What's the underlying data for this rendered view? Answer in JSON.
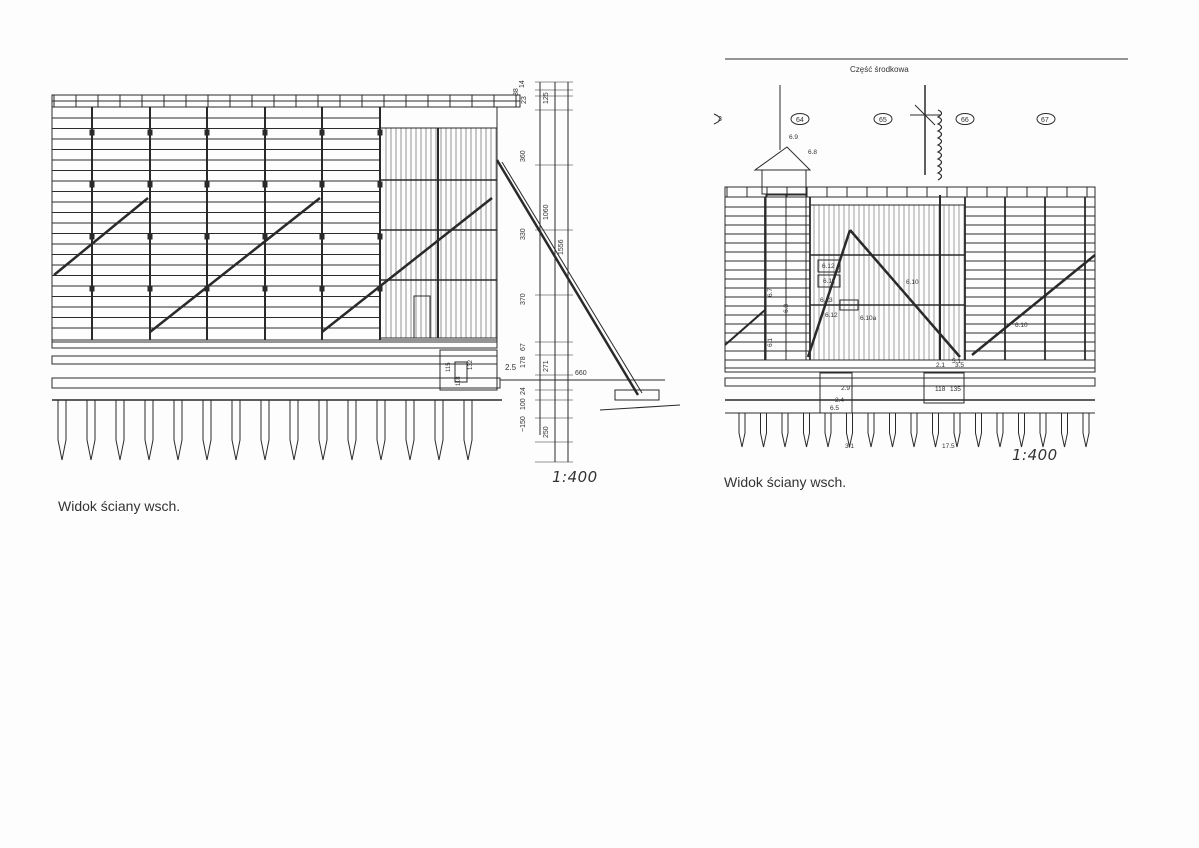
{
  "left_drawing": {
    "caption": "Widok ściany wsch.",
    "scale": "1:400",
    "dims_right": [
      "14",
      "88",
      "23",
      "125",
      "360",
      "1060",
      "1556",
      "330",
      "370",
      "67",
      "178",
      "271",
      "24",
      "100",
      "~150",
      "250"
    ],
    "dims_bottom": [
      "660"
    ],
    "labels": [
      "2.5",
      "115",
      "118",
      "132"
    ]
  },
  "right_drawing": {
    "header": "Część środkowa",
    "caption": "Widok ściany wsch.",
    "scale": "1:400",
    "axis_labels": [
      "3",
      "64",
      "65",
      "66",
      "67"
    ],
    "labels": [
      "6.9",
      "6.8",
      "6.7",
      "6.3",
      "6.1",
      "6.12",
      "6.11",
      "6.13",
      "6.12",
      "6.10",
      "6.10a",
      "6.10",
      "6.5",
      "2.4",
      "2.9",
      "3.1",
      "17.5",
      "118",
      "135",
      "2.1",
      "3.5",
      "5.1"
    ]
  }
}
